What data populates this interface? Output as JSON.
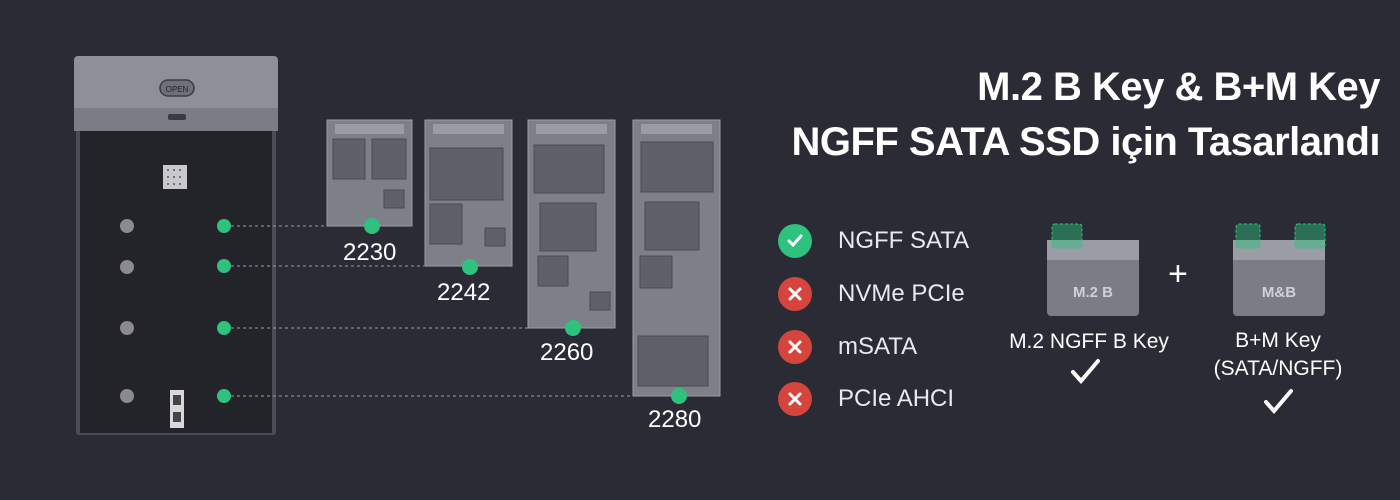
{
  "headline": {
    "line1": "M.2 B Key & B+M Key",
    "line2": "NGFF SATA SSD için Tasarlandı"
  },
  "enclosure": {
    "button_label": "OPEN"
  },
  "ssd_sizes": [
    "2230",
    "2242",
    "2260",
    "2280"
  ],
  "compatibility": [
    {
      "label": "NGFF SATA",
      "supported": true,
      "icon": "check-circle-icon"
    },
    {
      "label": "NVMe PCIe",
      "supported": false,
      "icon": "x-circle-icon"
    },
    {
      "label": "mSATA",
      "supported": false,
      "icon": "x-circle-icon"
    },
    {
      "label": "PCIe AHCI",
      "supported": false,
      "icon": "x-circle-icon"
    }
  ],
  "keys": {
    "b_key": {
      "chip_text": "M.2 B",
      "caption": "M.2 NGFF B Key"
    },
    "bm_key": {
      "chip_text": "M&B",
      "caption_line1": "B+M Key",
      "caption_line2": "(SATA/NGFF)"
    },
    "plus": "+"
  },
  "colors": {
    "background": "#2a2b35",
    "accent_green": "#2ec27e",
    "cross_red": "#d6453d"
  }
}
